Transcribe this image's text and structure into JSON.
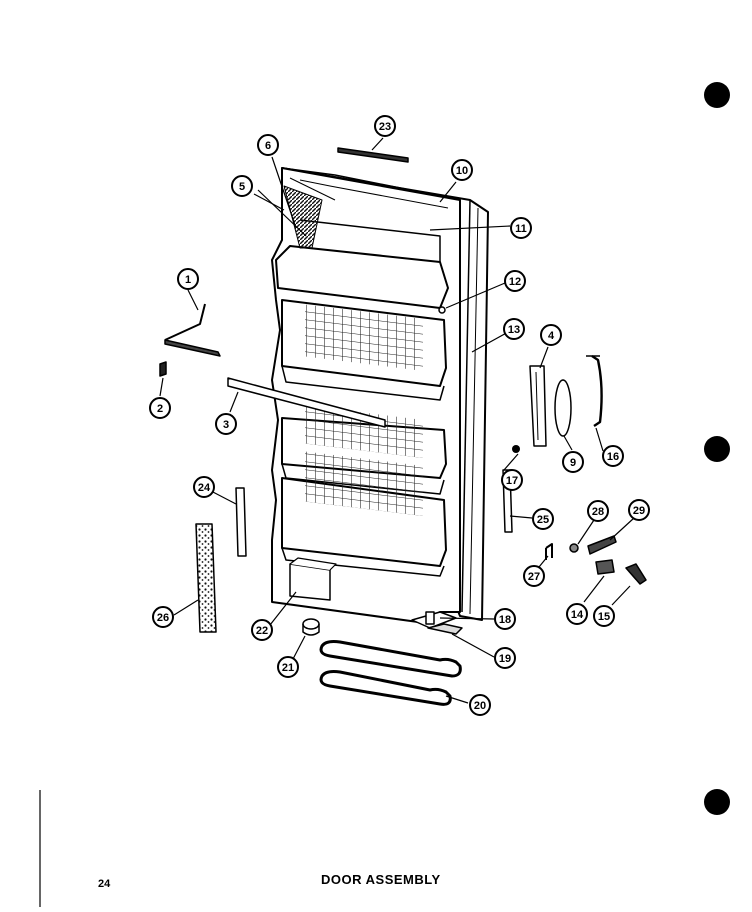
{
  "page": {
    "number": "24",
    "title": "DOOR ASSEMBLY"
  },
  "callouts": [
    "1",
    "2",
    "3",
    "4",
    "5",
    "6",
    "9",
    "10",
    "11",
    "12",
    "13",
    "14",
    "15",
    "16",
    "17",
    "18",
    "19",
    "20",
    "21",
    "22",
    "23",
    "24",
    "25",
    "26",
    "27",
    "28",
    "29"
  ]
}
